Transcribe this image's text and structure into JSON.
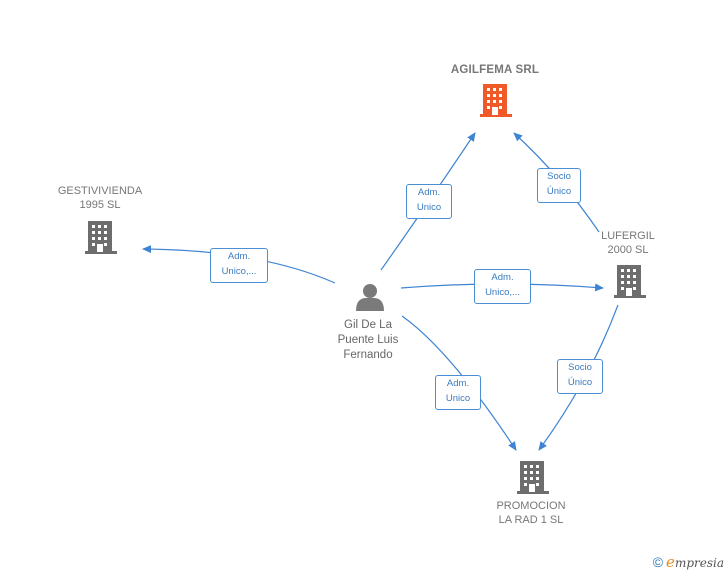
{
  "nodes": {
    "agilfema": {
      "name": "AGILFEMA SRL",
      "color": "#f05a28"
    },
    "gestivivienda": {
      "line1": "GESTIVIVIENDA",
      "line2": "1995  SL",
      "color": "#6d6d6d"
    },
    "lufergil": {
      "line1": "LUFERGIL",
      "line2": "2000 SL",
      "color": "#6d6d6d"
    },
    "promocion": {
      "line1": "PROMOCION",
      "line2": "LA RAD 1  SL",
      "color": "#6d6d6d"
    },
    "person": {
      "line1": "Gil De La",
      "line2": "Puente Luis",
      "line3": "Fernando",
      "color": "#7a7a7a"
    }
  },
  "edges": {
    "to_gestivivienda": {
      "line1": "Adm.",
      "line2": "Unico,..."
    },
    "to_agilfema": {
      "line1": "Adm.",
      "line2": "Unico"
    },
    "to_lufergil": {
      "line1": "Adm.",
      "line2": "Unico,..."
    },
    "to_promocion": {
      "line1": "Adm.",
      "line2": "Unico"
    },
    "lufergil_to_agilfema": {
      "line1": "Socio",
      "line2": "Único"
    },
    "lufergil_to_promocion": {
      "line1": "Socio",
      "line2": "Único"
    }
  },
  "edge_color": "#3f84d2",
  "brand": {
    "symbol": "©",
    "initial": "e",
    "rest": "mpresia"
  }
}
